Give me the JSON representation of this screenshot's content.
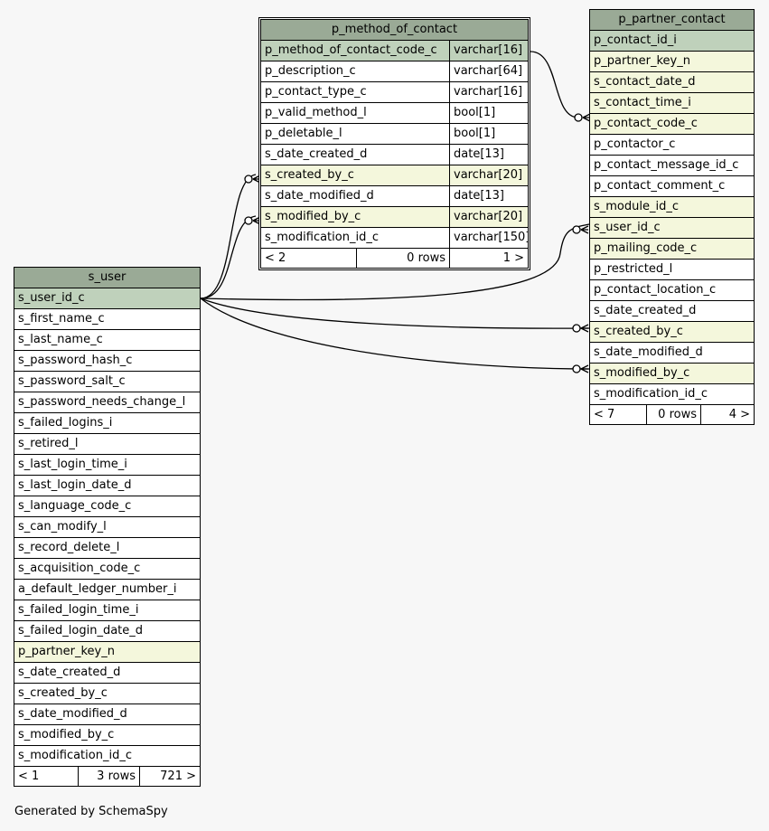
{
  "tables": {
    "method": {
      "title": "p_method_of_contact",
      "columns": [
        {
          "name": "p_method_of_contact_code_c",
          "type": "varchar[16]",
          "kind": "pk"
        },
        {
          "name": "p_description_c",
          "type": "varchar[64]",
          "kind": "plain"
        },
        {
          "name": "p_contact_type_c",
          "type": "varchar[16]",
          "kind": "plain"
        },
        {
          "name": "p_valid_method_l",
          "type": "bool[1]",
          "kind": "plain"
        },
        {
          "name": "p_deletable_l",
          "type": "bool[1]",
          "kind": "plain"
        },
        {
          "name": "s_date_created_d",
          "type": "date[13]",
          "kind": "plain"
        },
        {
          "name": "s_created_by_c",
          "type": "varchar[20]",
          "kind": "fk"
        },
        {
          "name": "s_date_modified_d",
          "type": "date[13]",
          "kind": "plain"
        },
        {
          "name": "s_modified_by_c",
          "type": "varchar[20]",
          "kind": "fk"
        },
        {
          "name": "s_modification_id_c",
          "type": "varchar[150]",
          "kind": "plain"
        }
      ],
      "footer": {
        "parents": "< 2",
        "rows": "0 rows",
        "children": "1 >"
      }
    },
    "partner_contact": {
      "title": "p_partner_contact",
      "columns": [
        {
          "name": "p_contact_id_i",
          "kind": "pk"
        },
        {
          "name": "p_partner_key_n",
          "kind": "fk"
        },
        {
          "name": "s_contact_date_d",
          "kind": "fk"
        },
        {
          "name": "s_contact_time_i",
          "kind": "fk"
        },
        {
          "name": "p_contact_code_c",
          "kind": "fk"
        },
        {
          "name": "p_contactor_c",
          "kind": "plain"
        },
        {
          "name": "p_contact_message_id_c",
          "kind": "plain"
        },
        {
          "name": "p_contact_comment_c",
          "kind": "plain"
        },
        {
          "name": "s_module_id_c",
          "kind": "fk"
        },
        {
          "name": "s_user_id_c",
          "kind": "fk"
        },
        {
          "name": "p_mailing_code_c",
          "kind": "fk"
        },
        {
          "name": "p_restricted_l",
          "kind": "plain"
        },
        {
          "name": "p_contact_location_c",
          "kind": "plain"
        },
        {
          "name": "s_date_created_d",
          "kind": "plain"
        },
        {
          "name": "s_created_by_c",
          "kind": "fk"
        },
        {
          "name": "s_date_modified_d",
          "kind": "plain"
        },
        {
          "name": "s_modified_by_c",
          "kind": "fk"
        },
        {
          "name": "s_modification_id_c",
          "kind": "plain"
        }
      ],
      "footer": {
        "parents": "< 7",
        "rows": "0 rows",
        "children": "4 >"
      }
    },
    "user": {
      "title": "s_user",
      "columns": [
        {
          "name": "s_user_id_c",
          "kind": "pk"
        },
        {
          "name": "s_first_name_c",
          "kind": "plain"
        },
        {
          "name": "s_last_name_c",
          "kind": "plain"
        },
        {
          "name": "s_password_hash_c",
          "kind": "plain"
        },
        {
          "name": "s_password_salt_c",
          "kind": "plain"
        },
        {
          "name": "s_password_needs_change_l",
          "kind": "plain"
        },
        {
          "name": "s_failed_logins_i",
          "kind": "plain"
        },
        {
          "name": "s_retired_l",
          "kind": "plain"
        },
        {
          "name": "s_last_login_time_i",
          "kind": "plain"
        },
        {
          "name": "s_last_login_date_d",
          "kind": "plain"
        },
        {
          "name": "s_language_code_c",
          "kind": "plain"
        },
        {
          "name": "s_can_modify_l",
          "kind": "plain"
        },
        {
          "name": "s_record_delete_l",
          "kind": "plain"
        },
        {
          "name": "s_acquisition_code_c",
          "kind": "plain"
        },
        {
          "name": "a_default_ledger_number_i",
          "kind": "plain"
        },
        {
          "name": "s_failed_login_time_i",
          "kind": "plain"
        },
        {
          "name": "s_failed_login_date_d",
          "kind": "plain"
        },
        {
          "name": "p_partner_key_n",
          "kind": "fk"
        },
        {
          "name": "s_date_created_d",
          "kind": "plain"
        },
        {
          "name": "s_created_by_c",
          "kind": "plain"
        },
        {
          "name": "s_date_modified_d",
          "kind": "plain"
        },
        {
          "name": "s_modified_by_c",
          "kind": "plain"
        },
        {
          "name": "s_modification_id_c",
          "kind": "plain"
        }
      ],
      "footer": {
        "parents": "< 1",
        "rows": "3 rows",
        "children": "721 >"
      }
    }
  },
  "relationships": [
    {
      "from": "p_method_of_contact.p_method_of_contact_code_c",
      "to": "p_partner_contact.p_contact_code_c"
    },
    {
      "from": "s_user.s_user_id_c",
      "to": "p_method_of_contact.s_created_by_c"
    },
    {
      "from": "s_user.s_user_id_c",
      "to": "p_method_of_contact.s_modified_by_c"
    },
    {
      "from": "s_user.s_user_id_c",
      "to": "p_partner_contact.s_user_id_c"
    },
    {
      "from": "s_user.s_user_id_c",
      "to": "p_partner_contact.s_created_by_c"
    },
    {
      "from": "s_user.s_user_id_c",
      "to": "p_partner_contact.s_modified_by_c"
    }
  ],
  "colors": {
    "background": "#f7f7f7",
    "title_bg": "#9aaa96",
    "pk_bg": "#bfd1bb",
    "fk_bg": "#f4f7dc",
    "row_bg": "#ffffff"
  },
  "credit": "Generated by SchemaSpy"
}
